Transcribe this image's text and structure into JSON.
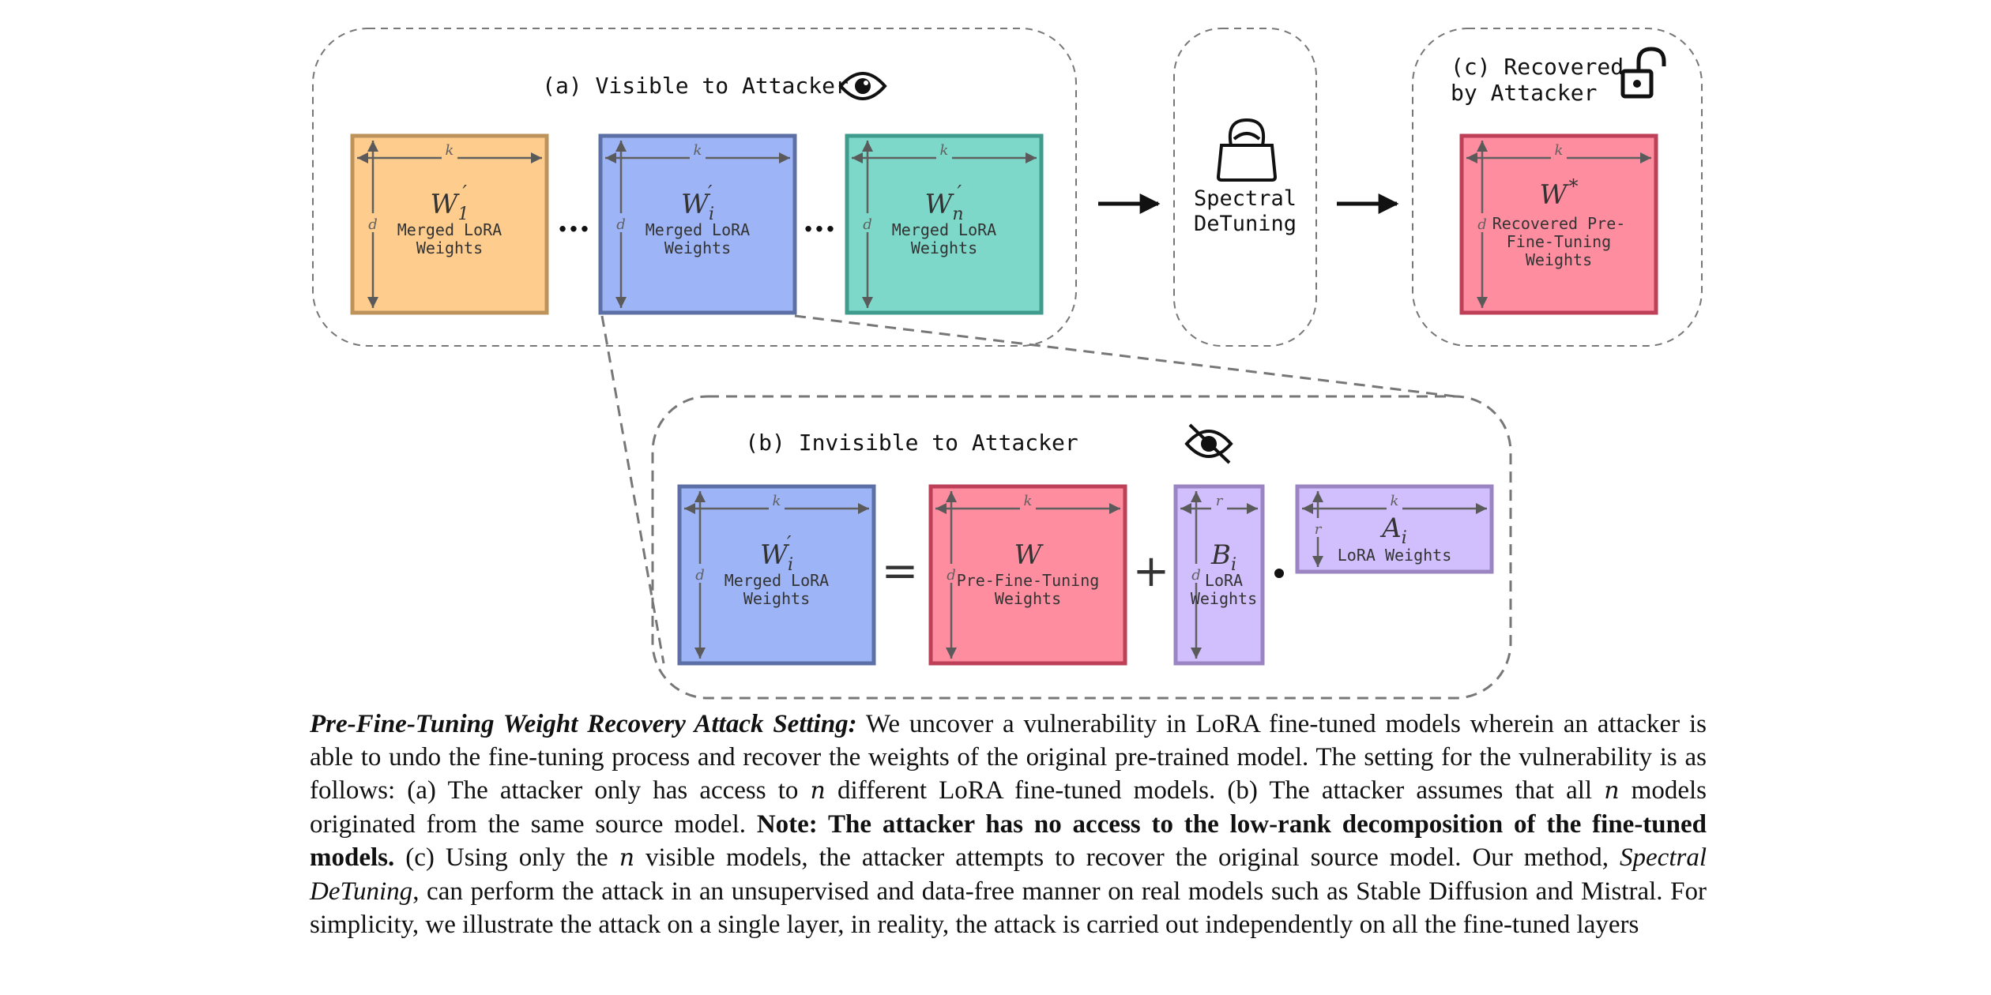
{
  "panels": {
    "visible": {
      "label": "(a) Visible to Attacker"
    },
    "detuning": {
      "line1": "Spectral",
      "line2": "DeTuning"
    },
    "recovered": {
      "line1": "(c) Recovered",
      "line2": "by Attacker"
    },
    "invisible": {
      "label": "(b) Invisible to Attacker"
    }
  },
  "dims": {
    "k": "k",
    "d": "d",
    "r": "r"
  },
  "dots": "···",
  "ops": {
    "equals": "=",
    "plus": "+",
    "dot": "·"
  },
  "matrices": {
    "w1": {
      "symbol": "W",
      "sub": "1",
      "sup": "′",
      "line1": "Merged LoRA",
      "line2": "Weights"
    },
    "wi": {
      "symbol": "W",
      "sub": "i",
      "sup": "′",
      "line1": "Merged LoRA",
      "line2": "Weights"
    },
    "wn": {
      "symbol": "W",
      "sub": "n",
      "sup": "′",
      "line1": "Merged LoRA",
      "line2": "Weights"
    },
    "wstar": {
      "symbol": "W",
      "sup": "*",
      "line1": "Recovered Pre-",
      "line2": "Fine-Tuning",
      "line3": "Weights"
    },
    "wi_b": {
      "symbol": "W",
      "sub": "i",
      "sup": "′",
      "line1": "Merged LoRA",
      "line2": "Weights"
    },
    "w": {
      "symbol": "W",
      "line1": "Pre-Fine-Tuning",
      "line2": "Weights"
    },
    "bi": {
      "symbol": "B",
      "sub": "i",
      "line1": "LoRA",
      "line2": "Weights"
    },
    "ai": {
      "symbol": "A",
      "sub": "i",
      "line1": "LoRA Weights"
    }
  },
  "caption": {
    "lead": "Pre-Fine-Tuning Weight Recovery Attack Setting:",
    "p1": " We uncover a vulnerability in LoRA fine-tuned models wherein an attacker is able to undo the fine-tuning process and recover the weights of the original pre-trained model. The setting for the vulnerability is as follows: (a) The attacker only has access to ",
    "n": "n",
    "p2": " different LoRA fine-tuned models. (b) The attacker assumes that all ",
    "p3": " models originated from the same source model. ",
    "note": "Note: The attacker has no access to the low-rank decomposition of the fine-tuned models.",
    "p4": " (c) Using only the ",
    "p5": " visible models, the attacker attempts to recover the original source model. Our method, ",
    "method": "Spectral DeTuning",
    "p6": ", can perform the attack in an unsupervised and data-free manner on real models such as Stable Diffusion and Mistral. For simplicity, we illustrate the attack on a single layer, in reality, the attack is carried out independently on all the fine-tuned layers"
  },
  "colors": {
    "orange_fill": "#FECC8C",
    "orange_edge": "#BE935B",
    "blue_fill": "#9DB4F6",
    "blue_edge": "#5C70A6",
    "teal_fill": "#7DD8C9",
    "teal_edge": "#3F9C8C",
    "red_fill": "#FF8DA0",
    "red_edge": "#BE3F58",
    "purple_fill": "#D0BFFC",
    "purple_edge": "#9A85C2",
    "dashed": "#777777",
    "arrow": "#111111",
    "dim": "#606060"
  }
}
